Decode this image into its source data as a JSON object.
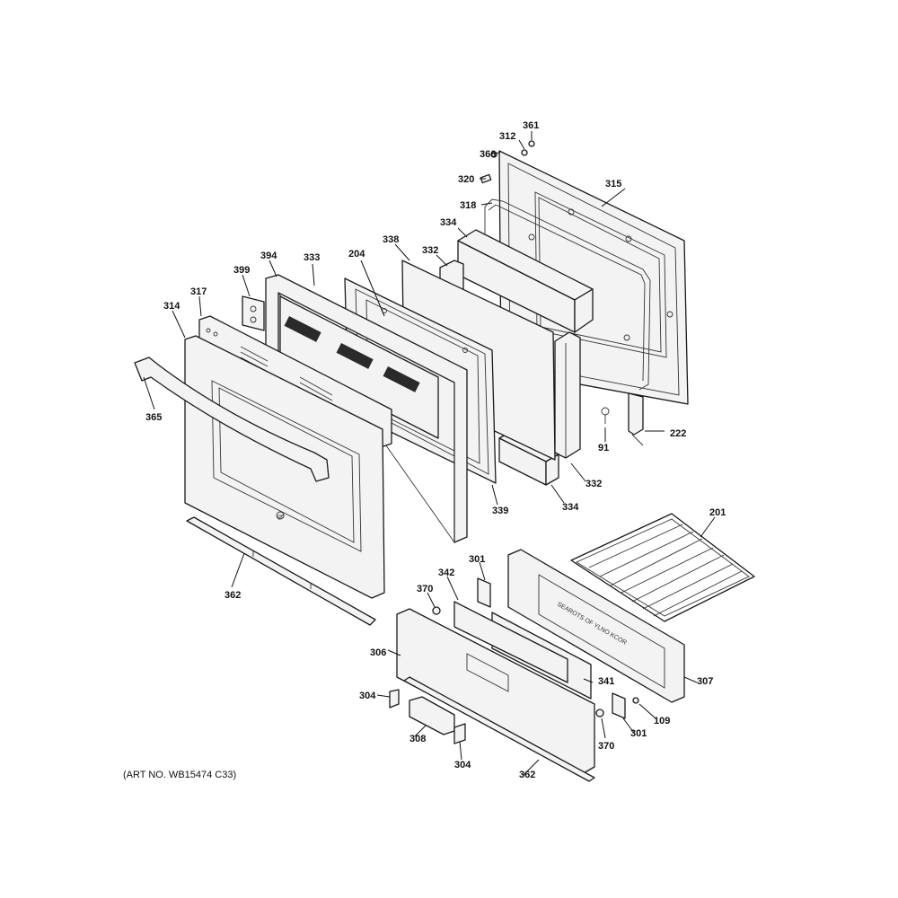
{
  "art_number": "(ART NO. WB15474 C33)",
  "panel_text": "SEAROTS OF YLNO KCOR",
  "callouts": {
    "c361": "361",
    "c312": "312",
    "c366": "366",
    "c320": "320",
    "c315": "315",
    "c318": "318",
    "c334a": "334",
    "c338": "338",
    "c332a": "332",
    "c204": "204",
    "c394": "394",
    "c333": "333",
    "c399": "399",
    "c317": "317",
    "c314": "314",
    "c365": "365",
    "c91": "91",
    "c222": "222",
    "c332b": "332",
    "c334b": "334",
    "c339": "339",
    "c201": "201",
    "c362a": "362",
    "c301a": "301",
    "c342": "342",
    "c370a": "370",
    "c306": "306",
    "c341": "341",
    "c307": "307",
    "c304a": "304",
    "c308": "308",
    "c304b": "304",
    "c370b": "370",
    "c301b": "301",
    "c109": "109",
    "c362b": "362"
  }
}
